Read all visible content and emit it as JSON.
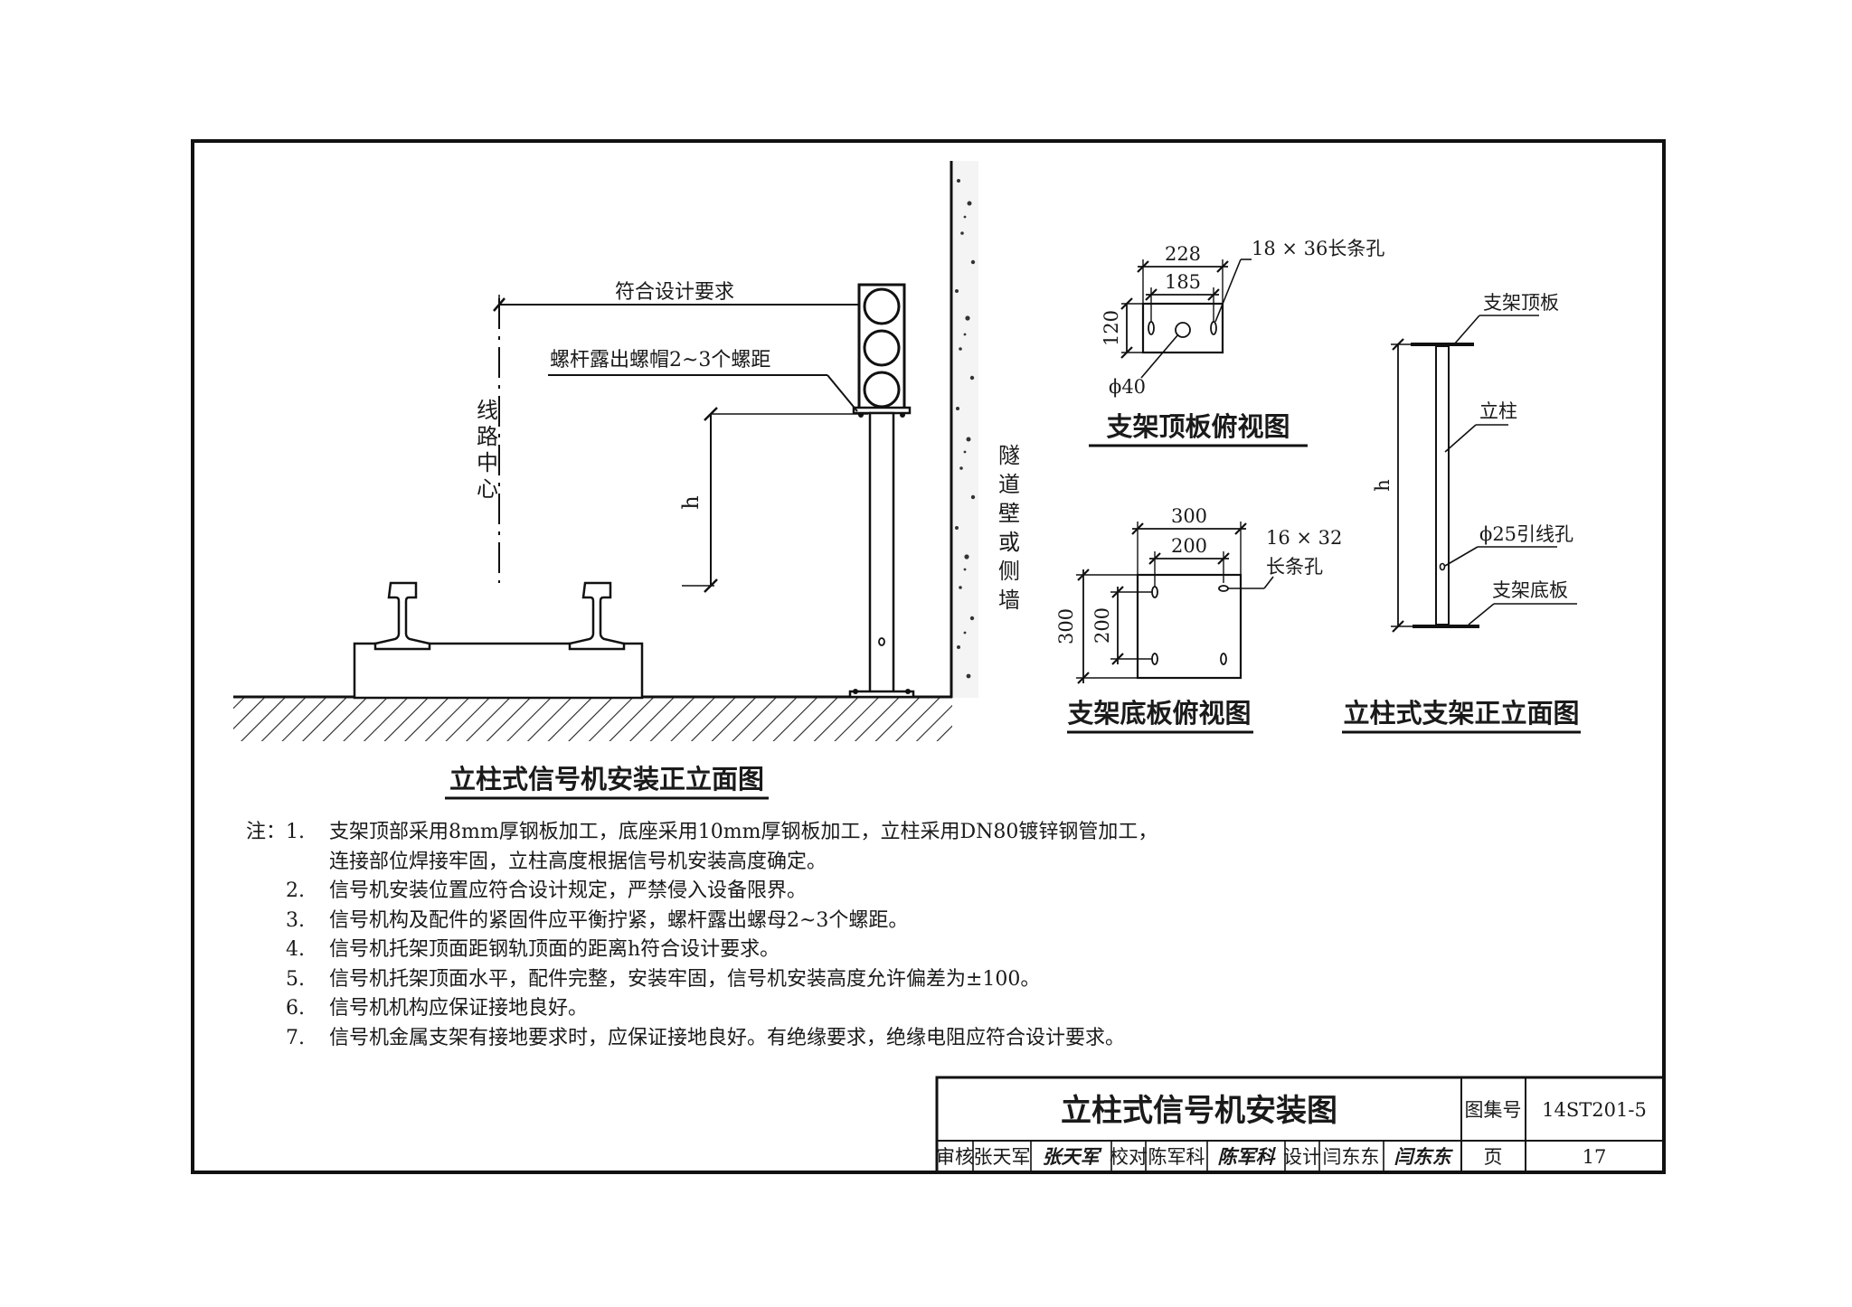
{
  "main_elevation": {
    "title": "立柱式信号机安装正立面图",
    "label_design_requirement": "符合设计要求",
    "label_bolt": "螺杆露出螺帽2~3个螺距",
    "label_track_center": [
      "线",
      "路",
      "中",
      "心"
    ],
    "label_h": "h",
    "label_tunnel_wall": [
      "隧",
      "道",
      "壁",
      "或",
      "侧",
      "墙"
    ]
  },
  "top_plate": {
    "title": "支架顶板俯视图",
    "dim_outer": "228",
    "dim_inner": "185",
    "dim_height": "120",
    "hole_label": "18 × 36长条孔",
    "dia_label": "ϕ40"
  },
  "bottom_plate": {
    "title": "支架底板俯视图",
    "dim_outer_w": "300",
    "dim_inner_w": "200",
    "dim_outer_h": "300",
    "dim_inner_h": "200",
    "hole_label_1": "16 × 32",
    "hole_label_2": "长条孔"
  },
  "post_elevation": {
    "title": "立柱式支架正立面图",
    "label_top_plate": "支架顶板",
    "label_post": "立柱",
    "label_wire_hole": "ϕ25引线孔",
    "label_bottom_plate": "支架底板",
    "label_h": "h"
  },
  "notes": {
    "prefix": "注：",
    "items": [
      {
        "num": "1.",
        "lines": [
          "支架顶部采用8mm厚钢板加工，底座采用10mm厚钢板加工，立柱采用DN80镀锌钢管加工，",
          "连接部位焊接牢固，立柱高度根据信号机安装高度确定。"
        ]
      },
      {
        "num": "2.",
        "lines": [
          "信号机安装位置应符合设计规定，严禁侵入设备限界。"
        ]
      },
      {
        "num": "3.",
        "lines": [
          "信号机构及配件的紧固件应平衡拧紧，螺杆露出螺母2~3个螺距。"
        ]
      },
      {
        "num": "4.",
        "lines": [
          "信号机托架顶面距钢轨顶面的距离h符合设计要求。"
        ]
      },
      {
        "num": "5.",
        "lines": [
          "信号机托架顶面水平，配件完整，安装牢固，信号机安装高度允许偏差为±100。"
        ]
      },
      {
        "num": "6.",
        "lines": [
          "信号机机构应保证接地良好。"
        ]
      },
      {
        "num": "7.",
        "lines": [
          "信号机金属支架有接地要求时，应保证接地良好。有绝缘要求，绝缘电阻应符合设计要求。"
        ]
      }
    ]
  },
  "title_block": {
    "drawing_title": "立柱式信号机安装图",
    "atlas_label": "图集号",
    "atlas_no": "14ST201-5",
    "review_label": "审核",
    "reviewer": "张天军",
    "reviewer_sig": "张天军",
    "check_label": "校对",
    "checker": "陈军科",
    "checker_sig": "陈军科",
    "design_label": "设计",
    "designer": "闫东东",
    "designer_sig": "闫东东",
    "page_label": "页",
    "page_no": "17"
  }
}
